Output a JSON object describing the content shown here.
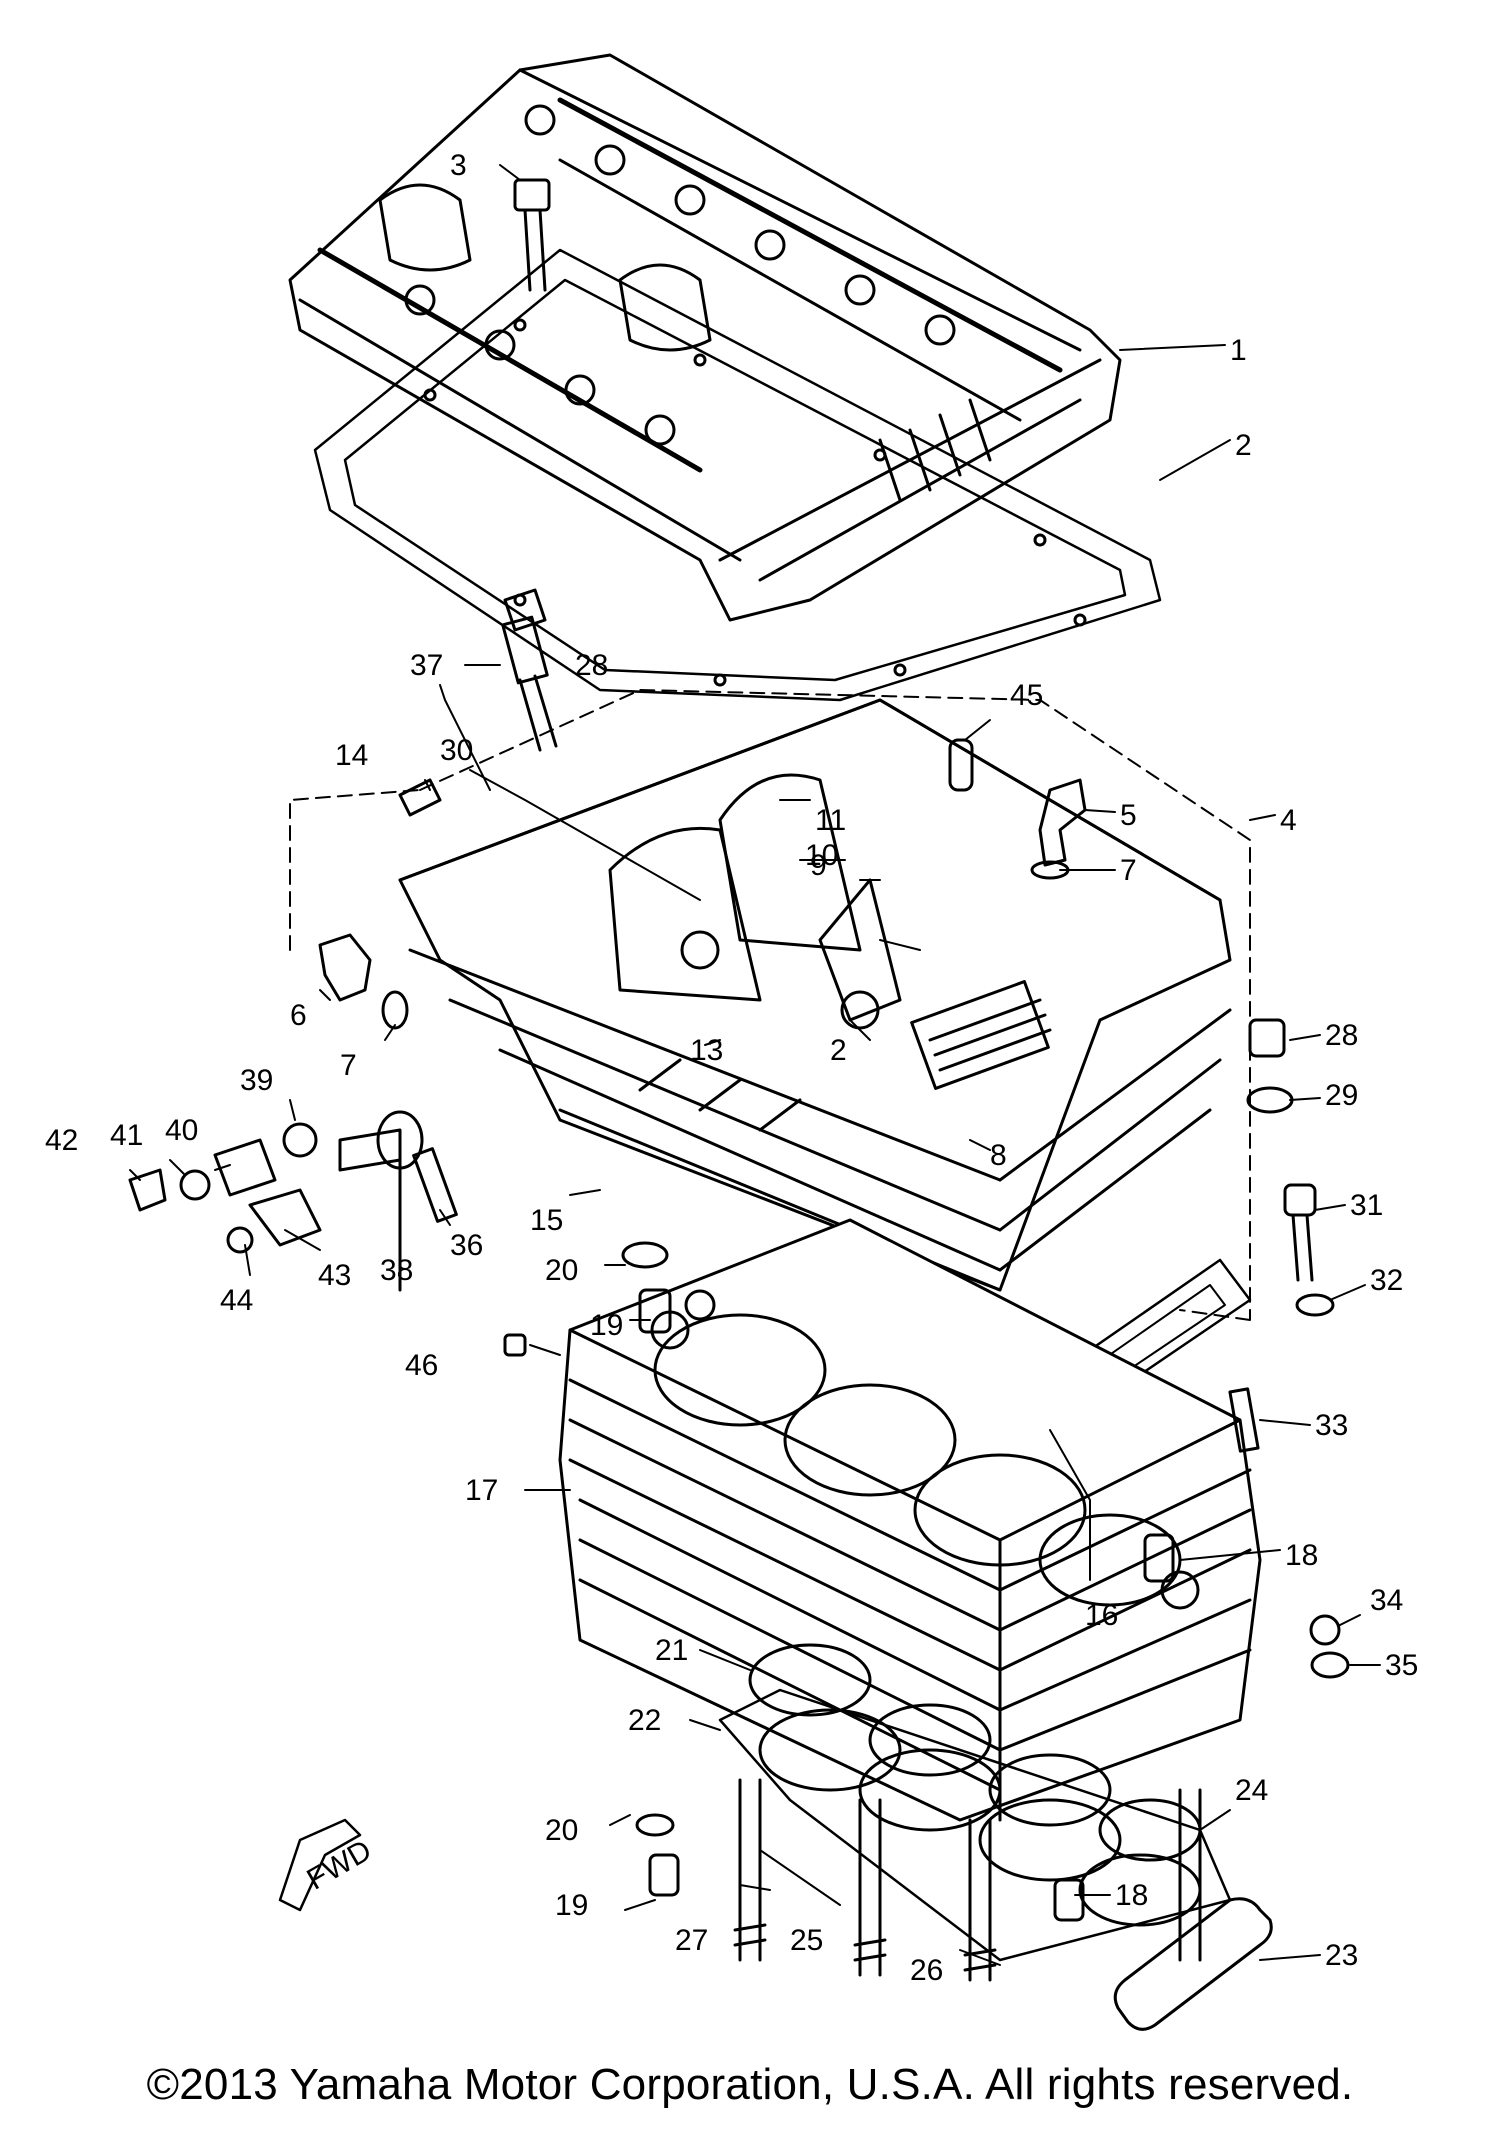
{
  "diagram": {
    "callouts": [
      "1",
      "2",
      "3",
      "4",
      "5",
      "6",
      "7",
      "7",
      "8",
      "9",
      "10",
      "11",
      "2",
      "13",
      "14",
      "15",
      "16",
      "17",
      "18",
      "18",
      "19",
      "19",
      "20",
      "20",
      "21",
      "22",
      "23",
      "24",
      "25",
      "26",
      "27",
      "28",
      "28",
      "29",
      "30",
      "31",
      "32",
      "33",
      "34",
      "35",
      "36",
      "37",
      "38",
      "39",
      "40",
      "41",
      "42",
      "43",
      "44",
      "45",
      "46"
    ],
    "fwd_label": "FWD"
  },
  "footer": {
    "copyright": "©2013 Yamaha Motor Corporation, U.S.A. All rights reserved."
  },
  "colors": {
    "ink": "#000000",
    "paper": "#ffffff"
  }
}
